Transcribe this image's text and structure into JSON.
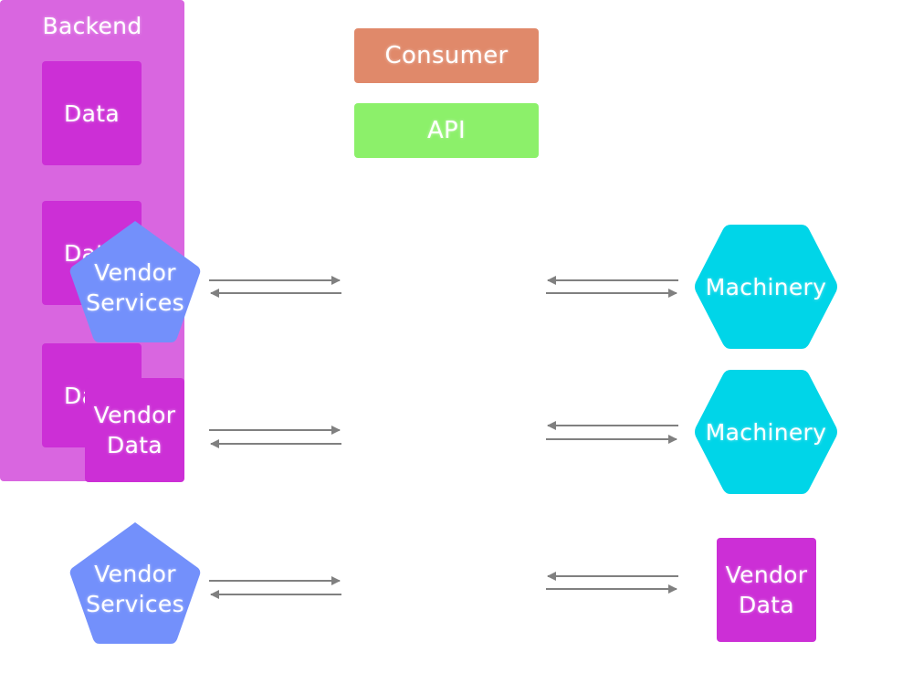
{
  "nodes": {
    "consumer": "Consumer",
    "api": "API",
    "backend": {
      "title": "Backend",
      "data_boxes": [
        "Data",
        "Data",
        "Data"
      ]
    },
    "left": [
      {
        "kind": "pentagon",
        "line1": "Vendor",
        "line2": "Services"
      },
      {
        "kind": "square",
        "line1": "Vendor",
        "line2": "Data"
      },
      {
        "kind": "pentagon",
        "line1": "Vendor",
        "line2": "Services"
      }
    ],
    "right": [
      {
        "kind": "hexagon",
        "label": "Machinery"
      },
      {
        "kind": "hexagon",
        "label": "Machinery"
      },
      {
        "kind": "square",
        "line1": "Vendor",
        "line2": "Data"
      }
    ]
  },
  "colors": {
    "consumer": "#e0896a",
    "api": "#8cf06a",
    "backend": "#d966e0",
    "data": "#cc2fd6",
    "vendor_services": "#7390fb",
    "machinery": "#00d5e8",
    "arrow": "#808080"
  }
}
